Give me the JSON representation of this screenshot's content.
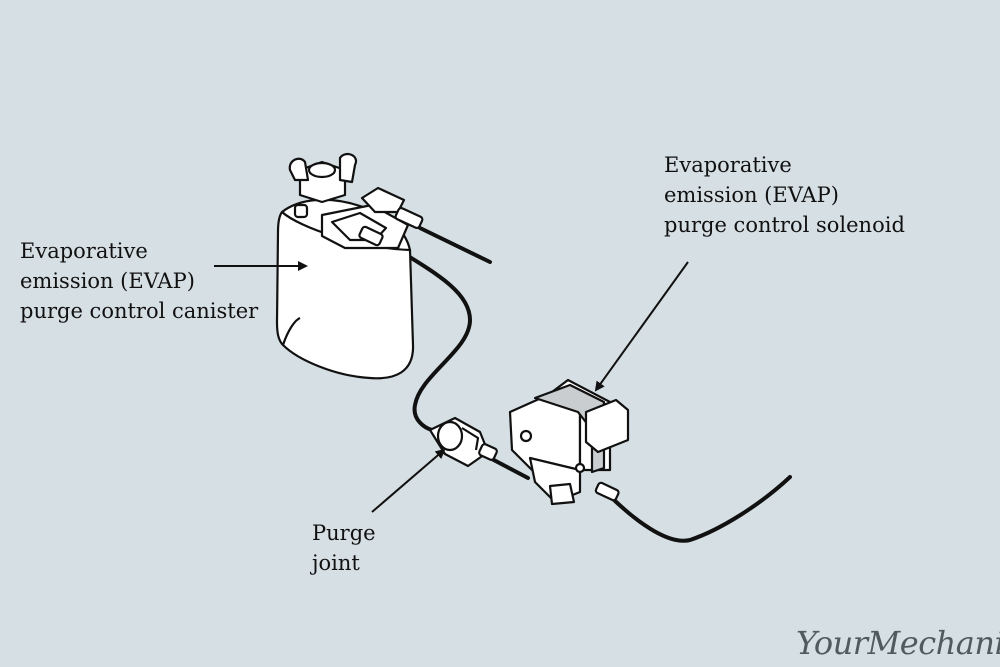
{
  "colors": {
    "background": "#d6dfe3",
    "outline": "#111111",
    "part_fill": "#ffffff",
    "watermark": "#505a60"
  },
  "labels": {
    "canister": [
      "Evaporative",
      "emission (EVAP)",
      "purge control canister"
    ],
    "solenoid": [
      "Evaporative",
      "emission (EVAP)",
      "purge control solenoid"
    ],
    "joint": [
      "Purge",
      "joint"
    ]
  },
  "watermark": "YourMechanic",
  "icons": [
    "arrow-icon"
  ]
}
